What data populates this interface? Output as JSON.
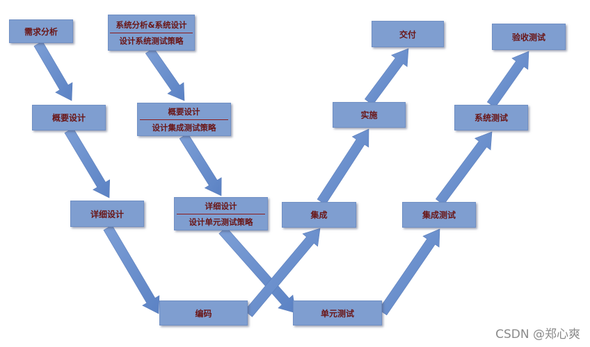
{
  "diagram": {
    "boxes": {
      "requirements": "需求分析",
      "system_design_line1": "系统分析&系统设计",
      "system_design_line2": "设计系统测试策略",
      "overview_design": "概要设计",
      "overview_design_line1": "概要设计",
      "overview_design_line2": "设计集成测试策略",
      "detail_design": "详细设计",
      "detail_design_line1": "详细设计",
      "detail_design_line2": "设计单元测试策略",
      "coding": "编码",
      "unit_test": "单元测试",
      "integration": "集成",
      "implementation": "实施",
      "delivery": "交付",
      "integration_test": "集成测试",
      "system_test": "系统测试",
      "acceptance_test": "验收测试"
    },
    "colors": {
      "box_fill": "#7f9ed0",
      "arrow": "#6f93cf",
      "text": "#6a1616",
      "rule": "#8b1a1a"
    }
  },
  "watermark": "CSDN @郑心爽"
}
